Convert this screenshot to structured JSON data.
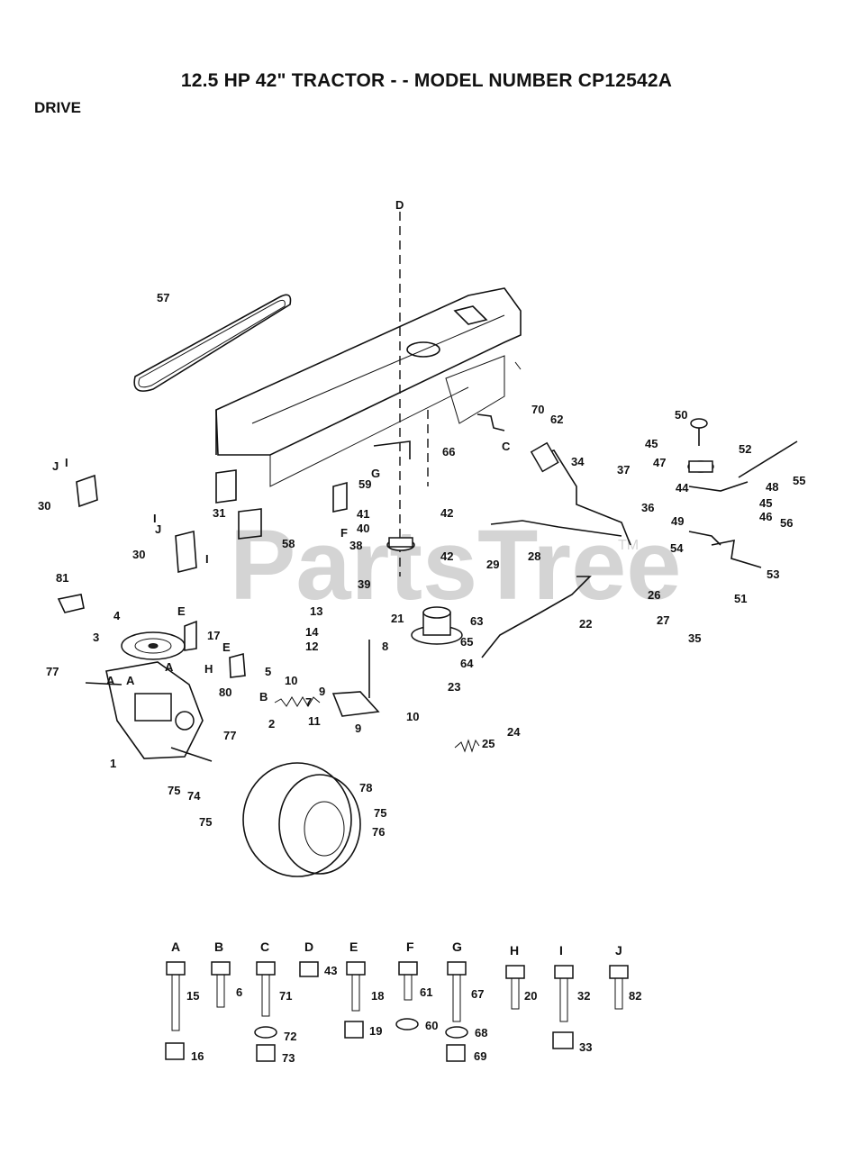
{
  "header": {
    "title": "12.5 HP 42\" TRACTOR - - MODEL NUMBER CP12542A",
    "section": "DRIVE"
  },
  "watermark": {
    "text": "PartsTree",
    "tm": "TM"
  },
  "callouts": [
    {
      "id": "57",
      "label": "57"
    },
    {
      "id": "D-top",
      "label": "D"
    },
    {
      "id": "70",
      "label": "70"
    },
    {
      "id": "C-mid",
      "label": "C"
    },
    {
      "id": "62",
      "label": "62"
    },
    {
      "id": "66",
      "label": "66"
    },
    {
      "id": "G-mid",
      "label": "G"
    },
    {
      "id": "59",
      "label": "59"
    },
    {
      "id": "F-mid",
      "label": "F"
    },
    {
      "id": "41",
      "label": "41"
    },
    {
      "id": "40",
      "label": "40"
    },
    {
      "id": "42a",
      "label": "42"
    },
    {
      "id": "42b",
      "label": "42"
    },
    {
      "id": "38",
      "label": "38"
    },
    {
      "id": "39",
      "label": "39"
    },
    {
      "id": "34",
      "label": "34"
    },
    {
      "id": "37",
      "label": "37"
    },
    {
      "id": "36",
      "label": "36"
    },
    {
      "id": "28",
      "label": "28"
    },
    {
      "id": "29",
      "label": "29"
    },
    {
      "id": "50",
      "label": "50"
    },
    {
      "id": "45a",
      "label": "45"
    },
    {
      "id": "52",
      "label": "52"
    },
    {
      "id": "47",
      "label": "47"
    },
    {
      "id": "55",
      "label": "55"
    },
    {
      "id": "44",
      "label": "44"
    },
    {
      "id": "48",
      "label": "48"
    },
    {
      "id": "45b",
      "label": "45"
    },
    {
      "id": "46",
      "label": "46"
    },
    {
      "id": "49",
      "label": "49"
    },
    {
      "id": "56",
      "label": "56"
    },
    {
      "id": "54",
      "label": "54"
    },
    {
      "id": "53",
      "label": "53"
    },
    {
      "id": "51",
      "label": "51"
    },
    {
      "id": "26",
      "label": "26"
    },
    {
      "id": "27",
      "label": "27"
    },
    {
      "id": "35",
      "label": "35"
    },
    {
      "id": "22",
      "label": "22"
    },
    {
      "id": "63",
      "label": "63"
    },
    {
      "id": "65",
      "label": "65"
    },
    {
      "id": "64",
      "label": "64"
    },
    {
      "id": "21",
      "label": "21"
    },
    {
      "id": "13",
      "label": "13"
    },
    {
      "id": "14",
      "label": "14"
    },
    {
      "id": "12",
      "label": "12"
    },
    {
      "id": "8",
      "label": "8"
    },
    {
      "id": "10a",
      "label": "10"
    },
    {
      "id": "9a",
      "label": "9"
    },
    {
      "id": "7",
      "label": "7"
    },
    {
      "id": "11",
      "label": "11"
    },
    {
      "id": "9b",
      "label": "9"
    },
    {
      "id": "10b",
      "label": "10"
    },
    {
      "id": "23",
      "label": "23"
    },
    {
      "id": "24",
      "label": "24"
    },
    {
      "id": "25",
      "label": "25"
    },
    {
      "id": "30a",
      "label": "30"
    },
    {
      "id": "31",
      "label": "31"
    },
    {
      "id": "58",
      "label": "58"
    },
    {
      "id": "30b",
      "label": "30"
    },
    {
      "id": "81",
      "label": "81"
    },
    {
      "id": "4",
      "label": "4"
    },
    {
      "id": "3",
      "label": "3"
    },
    {
      "id": "E-a",
      "label": "E"
    },
    {
      "id": "17",
      "label": "17"
    },
    {
      "id": "H-a",
      "label": "H"
    },
    {
      "id": "E-b",
      "label": "E"
    },
    {
      "id": "5",
      "label": "5"
    },
    {
      "id": "B-a",
      "label": "B"
    },
    {
      "id": "80",
      "label": "80"
    },
    {
      "id": "2",
      "label": "2"
    },
    {
      "id": "77a",
      "label": "77"
    },
    {
      "id": "A-1",
      "label": "A"
    },
    {
      "id": "A-2",
      "label": "A"
    },
    {
      "id": "A-3",
      "label": "A"
    },
    {
      "id": "77b",
      "label": "77"
    },
    {
      "id": "1",
      "label": "1"
    },
    {
      "id": "75a",
      "label": "75"
    },
    {
      "id": "74",
      "label": "74"
    },
    {
      "id": "75b",
      "label": "75"
    },
    {
      "id": "78",
      "label": "78"
    },
    {
      "id": "75c",
      "label": "75"
    },
    {
      "id": "76",
      "label": "76"
    },
    {
      "id": "J-a",
      "label": "J"
    },
    {
      "id": "I-a",
      "label": "I"
    },
    {
      "id": "I-b",
      "label": "I"
    },
    {
      "id": "J-b",
      "label": "J"
    },
    {
      "id": "I-c",
      "label": "I"
    }
  ],
  "hardware": [
    {
      "letter": "A",
      "parts": [
        "15",
        "16"
      ]
    },
    {
      "letter": "B",
      "parts": [
        "6"
      ]
    },
    {
      "letter": "C",
      "parts": [
        "71",
        "72",
        "73"
      ]
    },
    {
      "letter": "D",
      "parts": [
        "43"
      ]
    },
    {
      "letter": "E",
      "parts": [
        "18",
        "19"
      ]
    },
    {
      "letter": "F",
      "parts": [
        "61",
        "60"
      ]
    },
    {
      "letter": "G",
      "parts": [
        "67",
        "68",
        "69"
      ]
    },
    {
      "letter": "H",
      "parts": [
        "20"
      ]
    },
    {
      "letter": "I",
      "parts": [
        "32",
        "33"
      ]
    },
    {
      "letter": "J",
      "parts": [
        "82"
      ]
    }
  ]
}
